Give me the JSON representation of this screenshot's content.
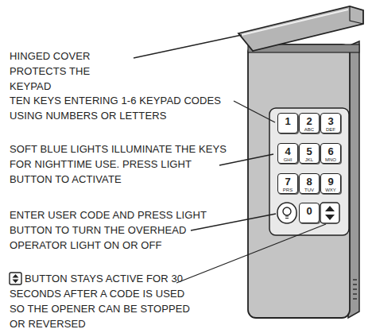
{
  "diagram": {
    "nodes": [
      {
        "text": [
          "1"
        ]
      },
      {
        "text": [
          "2",
          "ABC"
        ]
      },
      {
        "text": [
          "3",
          "DEF"
        ]
      },
      {
        "text": [
          "4",
          "GHI"
        ]
      },
      {
        "text": [
          "5",
          "JKL"
        ]
      },
      {
        "text": [
          "6",
          "MNO"
        ]
      },
      {
        "text": [
          "7",
          "PRS"
        ]
      },
      {
        "text": [
          "8",
          "TUV"
        ]
      },
      {
        "text": [
          "9",
          "WXY"
        ]
      },
      {
        "text": [
          "0"
        ]
      }
    ],
    "labels": [
      "HINGED COVER PROTECTS THE KEYPAD",
      "TEN KEYS ENTERING 1-6 KEYPAD CODES USING NUMBERS OR LETTERS",
      "SOFT BLUE LIGHTS ILLUMINATE THE KEYS FOR NIGHTTIME USE. PRESS LIGHT BUTTON TO ACTIVATE",
      "ENTER USER CODE AND PRESS LIGHT BUTTON TO TURN THE OVERHEAD OPERATOR LIGHT ON OR OFF",
      "BUTTON STAYS ACTIVE FOR 30 SECONDS AFTER A CODE IS USED SO THE OPENER CAN BE STOPPED OR REVERSED"
    ]
  }
}
